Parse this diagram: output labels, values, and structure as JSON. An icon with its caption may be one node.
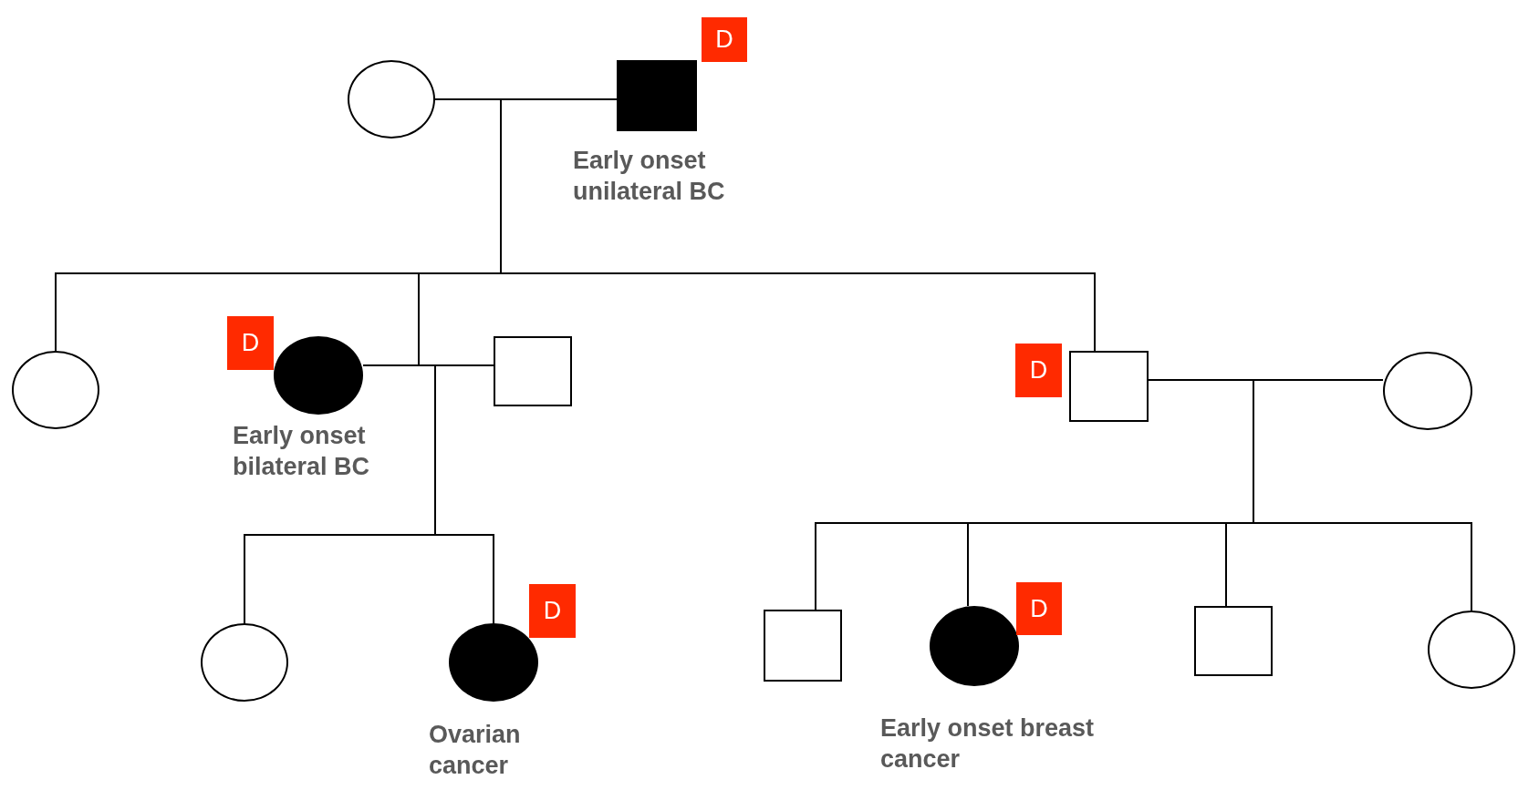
{
  "diagram": {
    "nodes": [
      {
        "text": [],
        "shape": "circle"
      },
      {
        "text": [],
        "shape": "box",
        "beside": [
          "Early onset unilateral BC"
        ]
      },
      {
        "text": [
          "D"
        ]
      },
      {
        "text": [],
        "shape": "circle"
      },
      {
        "text": [
          "D"
        ]
      },
      {
        "text": [],
        "shape": "circle",
        "beside": [
          "Early onset bilateral BC"
        ]
      },
      {
        "text": [],
        "shape": "box"
      },
      {
        "text": [
          "D"
        ]
      },
      {
        "text": [],
        "shape": "box"
      },
      {
        "text": [],
        "shape": "circle"
      },
      {
        "text": [],
        "shape": "circle"
      },
      {
        "text": [],
        "shape": "circle",
        "beside": [
          "Ovarian cancer"
        ]
      },
      {
        "text": [
          "D"
        ]
      },
      {
        "text": [],
        "shape": "box"
      },
      {
        "text": [],
        "shape": "circle",
        "beside": [
          "Early onset breast cancer"
        ]
      },
      {
        "text": [
          "D"
        ]
      },
      {
        "text": [],
        "shape": "box"
      },
      {
        "text": [],
        "shape": "circle"
      }
    ],
    "edges": [
      {
        "from": 0,
        "to": 1,
        "arrow": "none"
      },
      {
        "from": 0,
        "to": 3,
        "arrow": "none"
      },
      {
        "from": 1,
        "to": 3,
        "arrow": "none"
      },
      {
        "from": 0,
        "to": 5,
        "arrow": "none"
      },
      {
        "from": 1,
        "to": 5,
        "arrow": "none"
      },
      {
        "from": 0,
        "to": 8,
        "arrow": "none"
      },
      {
        "from": 1,
        "to": 8,
        "arrow": "none"
      },
      {
        "from": 5,
        "to": 6,
        "arrow": "none"
      },
      {
        "from": 5,
        "to": 10,
        "arrow": "none"
      },
      {
        "from": 6,
        "to": 10,
        "arrow": "none"
      },
      {
        "from": 5,
        "to": 11,
        "arrow": "none"
      },
      {
        "from": 6,
        "to": 11,
        "arrow": "none"
      },
      {
        "from": 8,
        "to": 9,
        "arrow": "none"
      },
      {
        "from": 8,
        "to": 13,
        "arrow": "none"
      },
      {
        "from": 9,
        "to": 13,
        "arrow": "none"
      },
      {
        "from": 8,
        "to": 14,
        "arrow": "none"
      },
      {
        "from": 9,
        "to": 14,
        "arrow": "none"
      },
      {
        "from": 8,
        "to": 16,
        "arrow": "none"
      },
      {
        "from": 9,
        "to": 16,
        "arrow": "none"
      },
      {
        "from": 8,
        "to": 17,
        "arrow": "none"
      },
      {
        "from": 9,
        "to": 17,
        "arrow": "none"
      }
    ]
  }
}
